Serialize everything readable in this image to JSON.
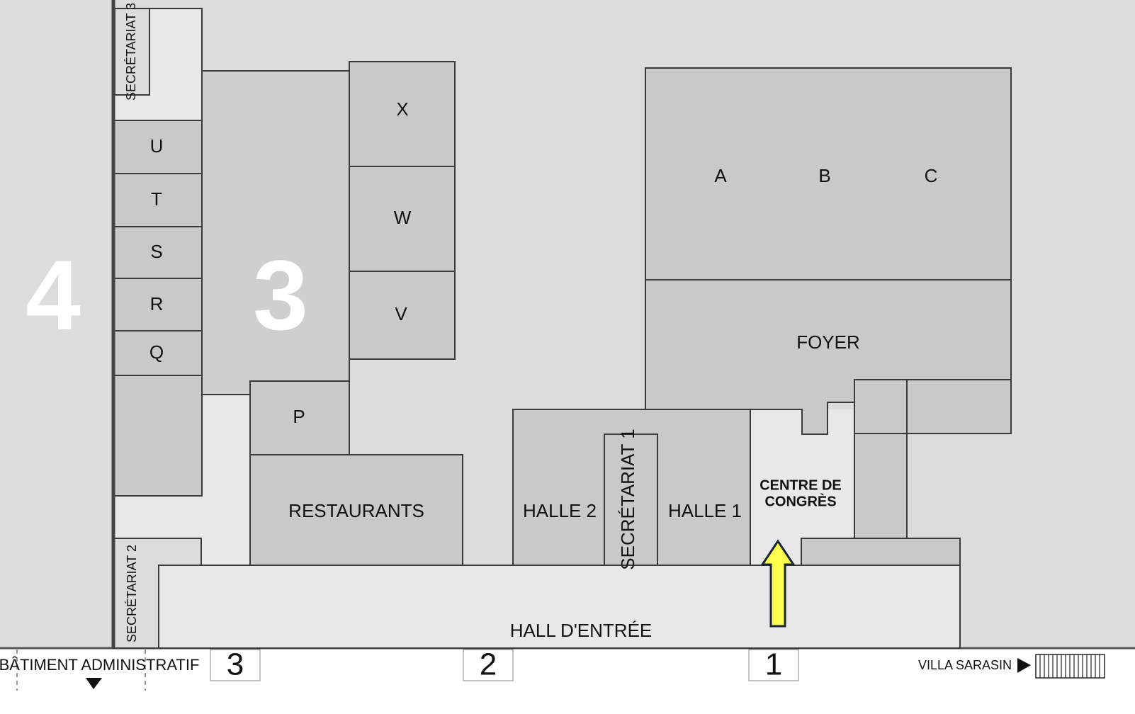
{
  "zones": {
    "zone_4": "4",
    "zone_3": "3"
  },
  "rooms": {
    "secretariat_3": "SECRÉTARIAT 3",
    "u": "U",
    "t": "T",
    "s": "S",
    "r": "R",
    "q": "Q",
    "x": "X",
    "w": "W",
    "v": "V",
    "p": "P",
    "restaurants": "RESTAURANTS",
    "halle_2": "HALLE 2",
    "secretariat_1": "SECRÉTARIAT 1",
    "halle_1": "HALLE 1",
    "a": "A",
    "b": "B",
    "c": "C",
    "foyer": "FOYER",
    "centre_line1": "CENTRE DE",
    "centre_line2": "CONGRÈS",
    "secretariat_2": "SECRÉTARIAT 2",
    "hall": "HALL D'ENTRÉE"
  },
  "footer": {
    "admin_building": "BÂTIMENT ADMINISTRATIF",
    "door_3": "3",
    "door_2": "2",
    "door_1": "1",
    "villa": "VILLA SARASIN"
  },
  "colors": {
    "background": "#dcdcdc",
    "room": "#c9c9c9",
    "corridor": "#e8e8e8",
    "arrow": "#ffff4d"
  },
  "icons": {
    "arrow": "up-arrow-icon",
    "down": "triangle-down-icon",
    "right": "triangle-right-icon"
  }
}
